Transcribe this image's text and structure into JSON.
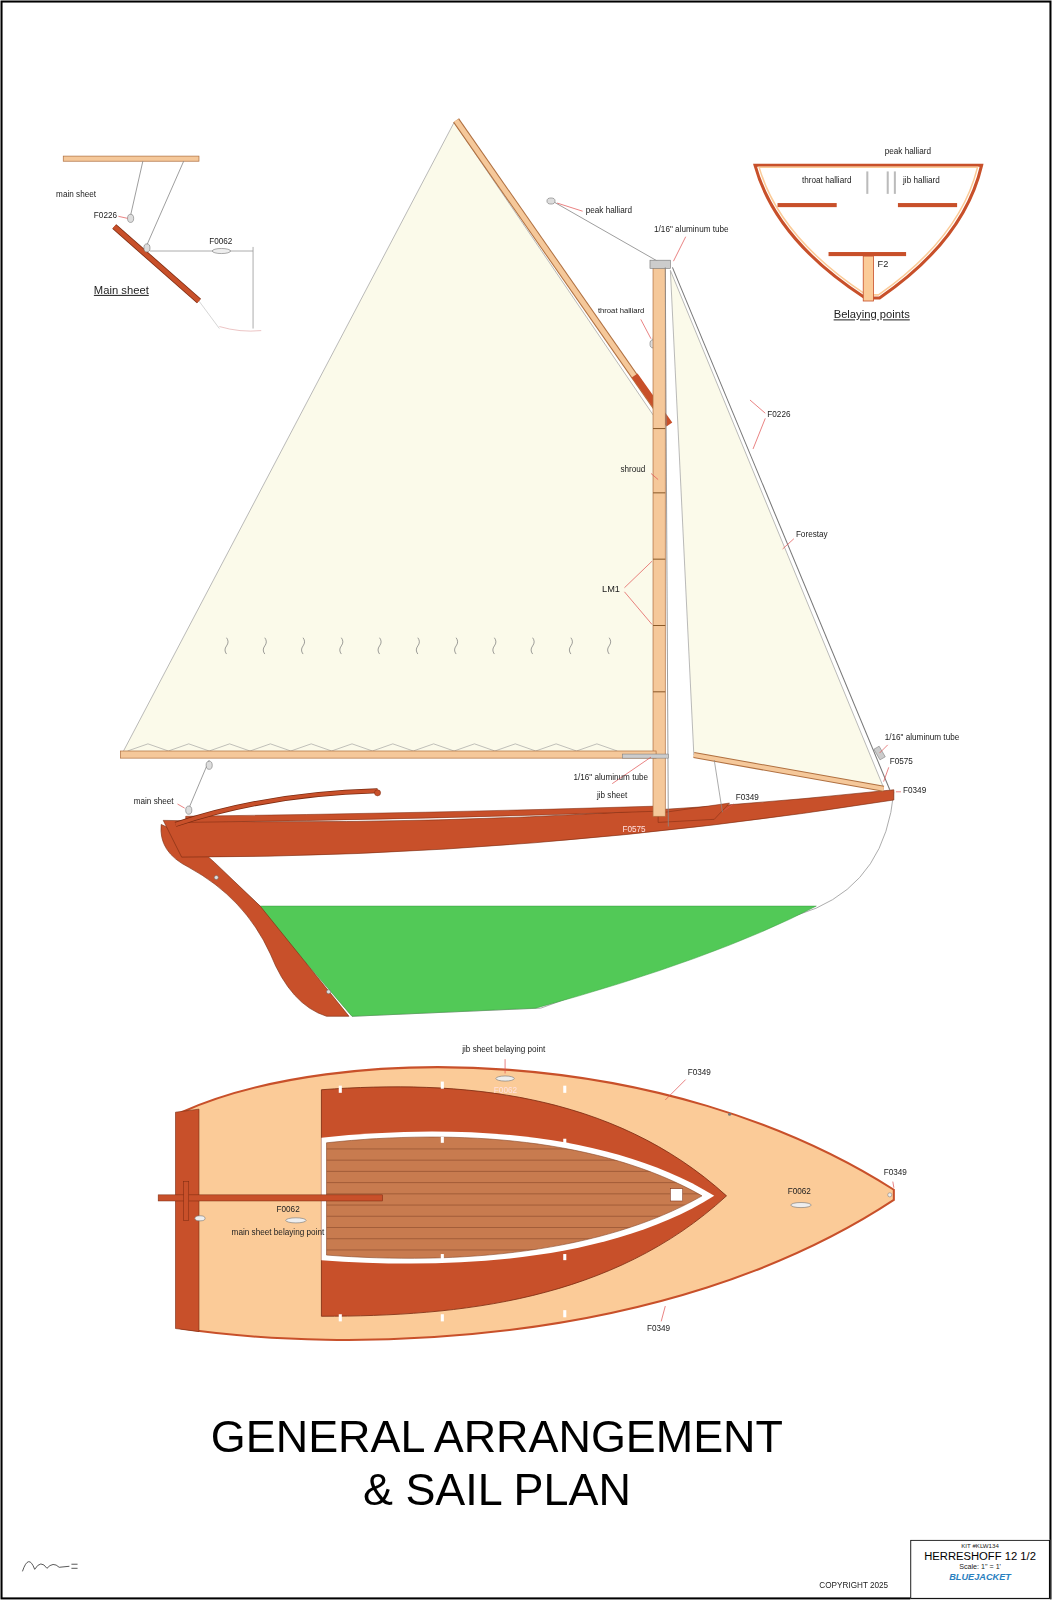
{
  "diagram": {
    "title": "GENERAL ARRANGEMENT & SAIL PLAN",
    "nodes": [
      {
        "text": [
          "KIT #KLW134",
          "HERRESHOFF 12 1/2",
          "Scale: 1\" = 1'",
          "BLUEJACKET"
        ]
      }
    ],
    "labels": [
      "main sheet",
      "F0226",
      "F0062",
      "Main sheet",
      "peak halliard",
      "1/16\" aluminum tube",
      "throat halliard",
      "F0226",
      "shroud",
      "Forestay",
      "LM1",
      "1/16\" aluminum tube",
      "F0575",
      "F0349",
      "main sheet",
      "1/16\" aluminum tube",
      "jib sheet",
      "F0575",
      "F0349",
      "peak halliard",
      "throat halliard",
      "jib halliard",
      "F2",
      "Belaying points",
      "jib sheet belaying point",
      "F0062",
      "F0349",
      "F0062",
      "F0349",
      "F0062",
      "main sheet belaying point",
      "F0349",
      "COPYRIGHT 2025"
    ]
  }
}
